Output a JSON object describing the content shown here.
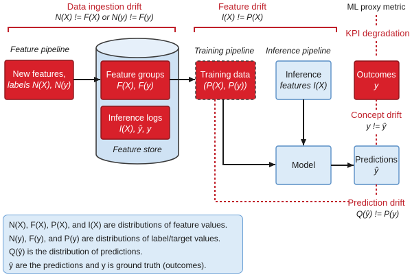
{
  "drifts": {
    "data_ingestion": {
      "title": "Data ingestion drift",
      "equation": "N(X) != F(X) or N(y) != F(y)"
    },
    "feature": {
      "title": "Feature drift",
      "equation": "I(X) != P(X)"
    },
    "ml_proxy_metric": {
      "label": "ML proxy metric"
    },
    "kpi_degradation": {
      "title": "KPI degradation"
    },
    "concept": {
      "title": "Concept drift",
      "equation": "y != ŷ"
    },
    "prediction": {
      "title": "Prediction drift",
      "equation": "Q(ŷ) != P(y)"
    }
  },
  "pipelines": {
    "feature": "Feature pipeline",
    "training": "Training pipeline",
    "inference": "Inference pipeline"
  },
  "boxes": {
    "new_features": {
      "line1": "New features,",
      "line2": "labels N(X), N(y)"
    },
    "feature_groups": {
      "line1": "Feature groups",
      "line2": "F(X), F(y)"
    },
    "inference_logs": {
      "line1": "Inference logs",
      "line2": "I(X), ŷ, y"
    },
    "feature_store": "Feature store",
    "training_data": {
      "line1": "Training data",
      "line2": "(P(X), P(y))"
    },
    "inference_features": {
      "line1": "Inference",
      "line2": "features I(X)"
    },
    "outcomes": {
      "line1": "Outcomes",
      "line2": "y"
    },
    "model": "Model",
    "predictions": {
      "line1": "Predictions",
      "line2": "ŷ"
    }
  },
  "legend": [
    "N(X), F(X), P(X), and I(X) are distributions of feature values.",
    "N(y), F(y), and P(y) are distributions of label/target values.",
    "Q(ŷ) is the distribution of predictions.",
    "ŷ are the predictions and y is ground truth (outcomes)."
  ],
  "colors": {
    "red": "#c0202a",
    "red_fill": "#d8202a",
    "blue_fill": "#dcebf8",
    "blue_stroke": "#5a8fc6",
    "store_fill": "#cfe2f4"
  }
}
